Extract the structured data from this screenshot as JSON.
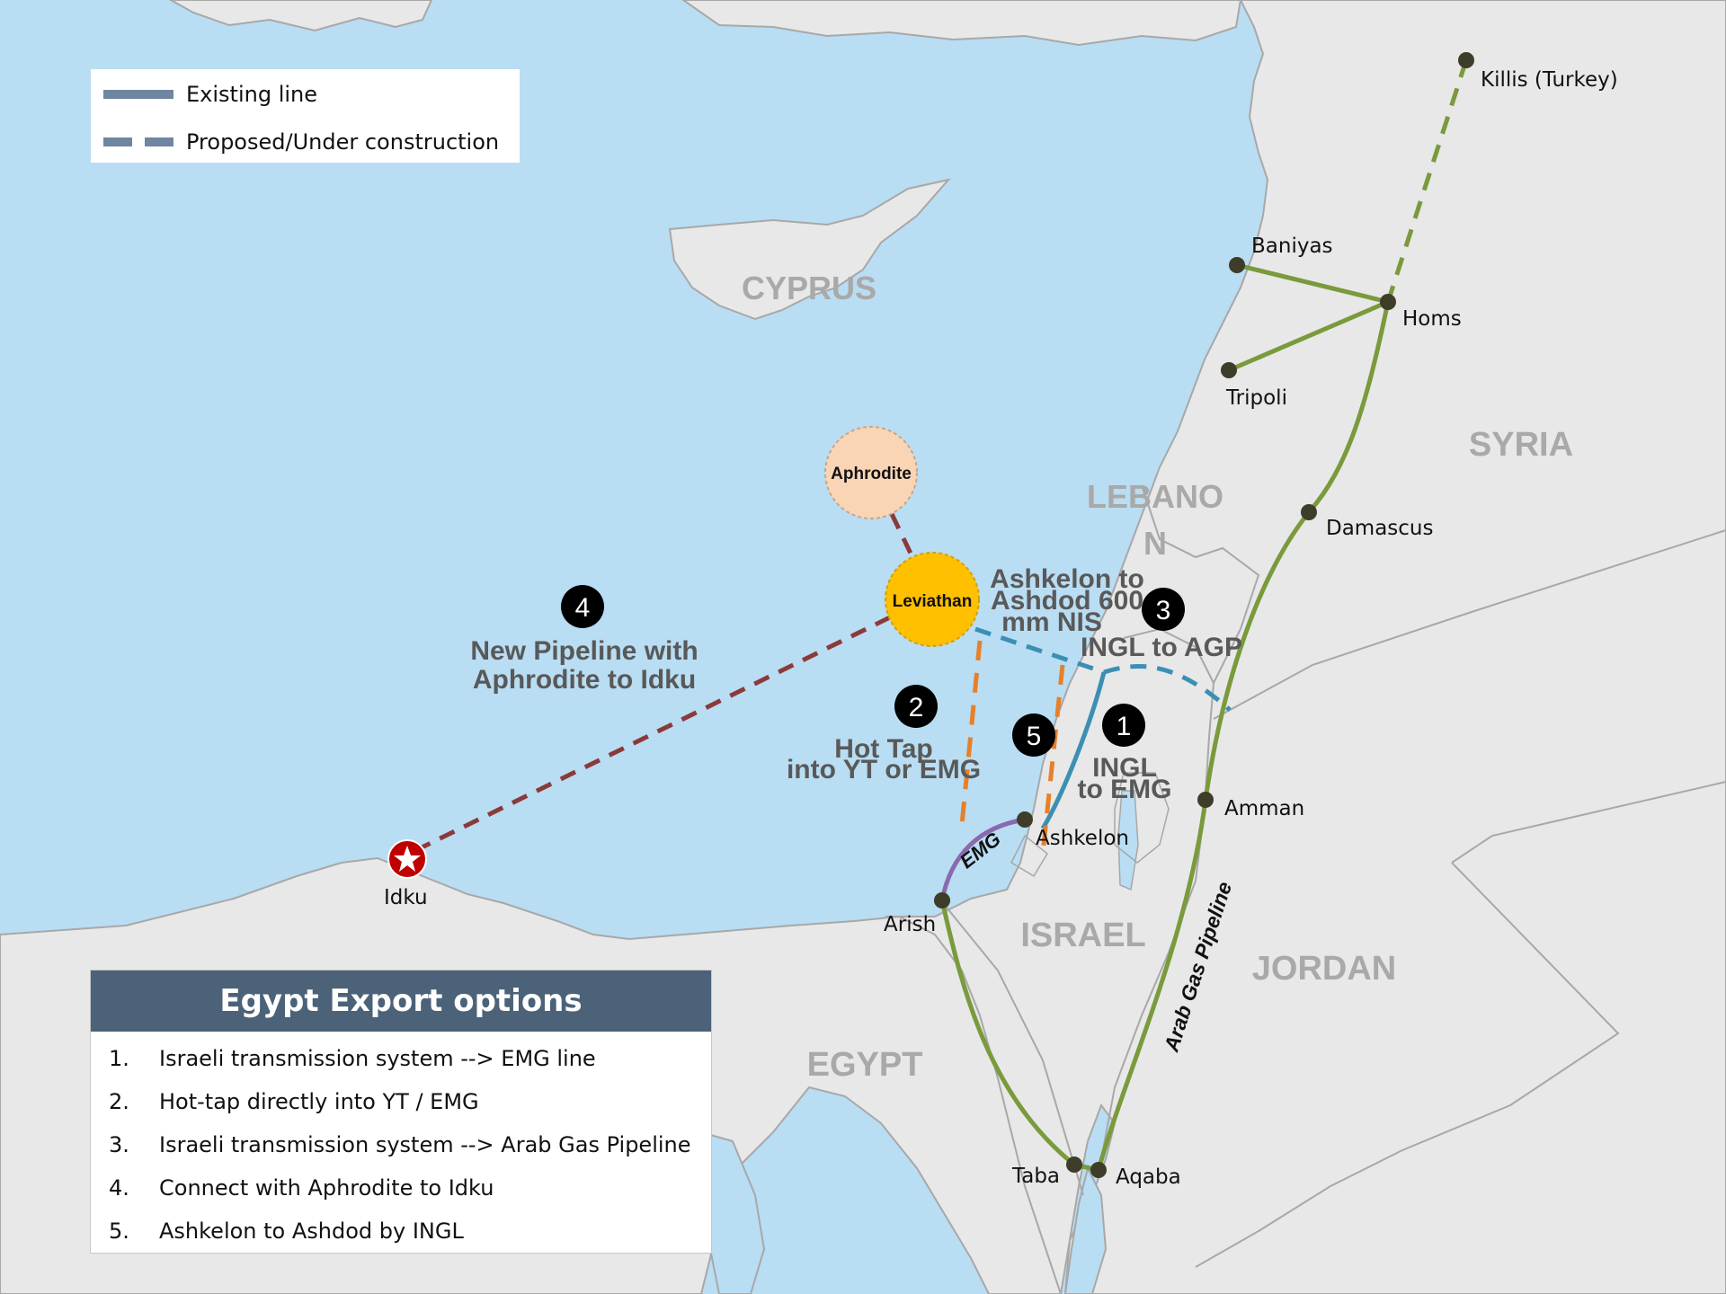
{
  "legend": {
    "existing_label": "Existing line",
    "proposed_label": "Proposed/Under construction",
    "existing_color": "#6f86a0"
  },
  "countries": {
    "cyprus": "CYPRUS",
    "lebanon_line1": "LEBANO",
    "lebanon_line2": "N",
    "syria": "SYRIA",
    "israel": "ISRAEL",
    "jordan": "JORDAN",
    "egypt": "EGYPT"
  },
  "fields": {
    "aphrodite": "Aphrodite",
    "leviathan": "Leviathan"
  },
  "cities": {
    "killis": "Killis (Turkey)",
    "baniyas": "Baniyas",
    "homs": "Homs",
    "tripoli": "Tripoli",
    "damascus": "Damascus",
    "amman": "Amman",
    "ashkelon": "Ashkelon",
    "arish": "Arish",
    "idku": "Idku",
    "taba": "Taba",
    "aqaba": "Aqaba"
  },
  "pipeline_labels": {
    "emg": "EMG",
    "arab_gas": "Arab Gas Pipeline"
  },
  "map_options": {
    "opt1_num": "1",
    "opt1_line1": "INGL",
    "opt1_line2": "to EMG",
    "opt2_num": "2",
    "opt2_line1": "Hot Tap",
    "opt2_line2": "into YT or EMG",
    "opt3_num": "3",
    "opt3_line1": "INGL to AGP",
    "opt4_num": "4",
    "opt4_line1": "New Pipeline with",
    "opt4_line2": "Aphrodite to Idku",
    "opt5_num": "5",
    "opt5_line1": "Ashkelon to",
    "opt5_line2": "Ashdod 600",
    "opt5_line3": "mm NIS"
  },
  "panel": {
    "title": "Egypt Export options",
    "items": [
      {
        "num": "1.",
        "text": "Israeli transmission system --> EMG line"
      },
      {
        "num": "2.",
        "text": "Hot-tap directly into YT / EMG"
      },
      {
        "num": "3.",
        "text": "Israeli transmission system --> Arab Gas Pipeline"
      },
      {
        "num": "4.",
        "text": "Connect with Aphrodite to Idku"
      },
      {
        "num": "5.",
        "text": "Ashkelon to Ashdod by INGL"
      }
    ]
  },
  "colors": {
    "sea": "#b9ddf3",
    "land": "#e8e8e8",
    "arab_gas_line": "#7a9a3c",
    "emg_line": "#8a6aae",
    "ingl_line": "#3b8fb4",
    "aphrodite_line": "#8b3a3a",
    "hot_tap_line": "#e6802a",
    "header": "#4b6278"
  }
}
